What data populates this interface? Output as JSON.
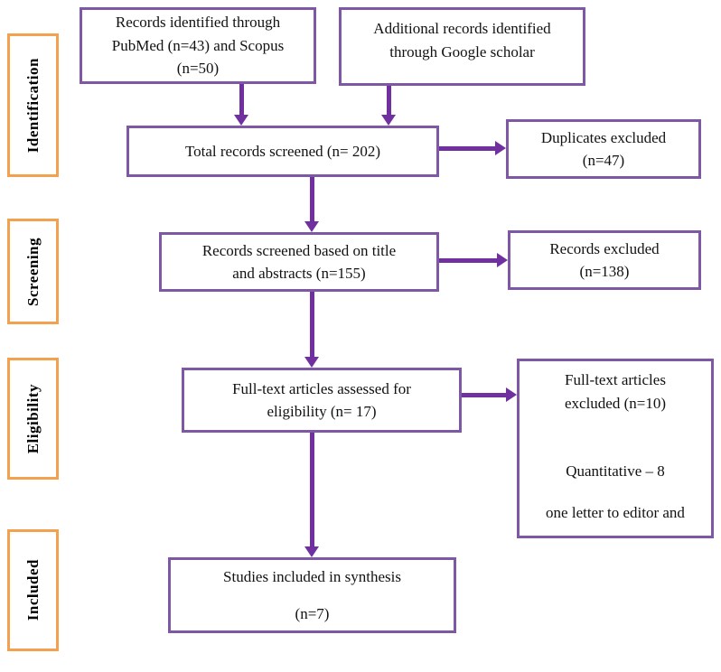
{
  "stages": [
    {
      "label": "Identification"
    },
    {
      "label": "Screening"
    },
    {
      "label": "Eligibility"
    },
    {
      "label": "Included"
    }
  ],
  "boxes": {
    "records_identified": {
      "lines": [
        "Records identified through",
        "PubMed (n=43) and Scopus",
        "(n=50)"
      ]
    },
    "additional_records": {
      "lines": [
        "Additional records identified",
        "through Google scholar"
      ]
    },
    "total_screened": {
      "lines": [
        "Total records screened (n= 202)"
      ]
    },
    "duplicates_excluded": {
      "lines": [
        "Duplicates excluded",
        "(n=47)"
      ]
    },
    "records_screened": {
      "lines": [
        "Records screened based on title",
        "and abstracts (n=155)"
      ]
    },
    "records_excluded": {
      "lines": [
        "Records excluded",
        "(n=138)"
      ]
    },
    "fulltext_assessed": {
      "lines": [
        "Full-text articles assessed for",
        "eligibility (n= 17)"
      ]
    },
    "fulltext_excluded": {
      "lines": [
        "Full-text articles",
        "excluded (n=10)",
        "Quantitative – 8",
        "one letter to editor and"
      ]
    },
    "studies_included": {
      "lines": [
        "Studies included in synthesis",
        "(n=7)"
      ]
    }
  },
  "colors": {
    "box_border": "#7e57a5",
    "arrow": "#7030a0",
    "stage_border": "#f4a14f"
  }
}
